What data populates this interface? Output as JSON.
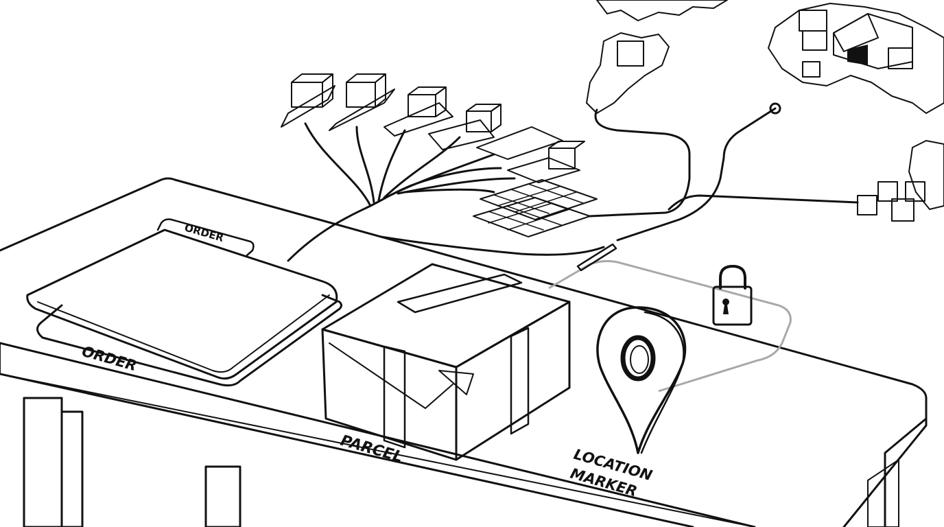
{
  "labels": {
    "order_tab": "ORDER",
    "order": "ORDER",
    "parcel": "PARCEL",
    "location_line1": "LOCATION",
    "location_line2": "MARKER"
  },
  "colors": {
    "ink": "#111111",
    "paper": "#ffffff",
    "route_light": "#a8a8a8"
  },
  "icons": [
    "folder-icon",
    "parcel-box-icon",
    "location-pin-icon",
    "padlock-icon",
    "warehouse-icon",
    "world-map-icon"
  ]
}
